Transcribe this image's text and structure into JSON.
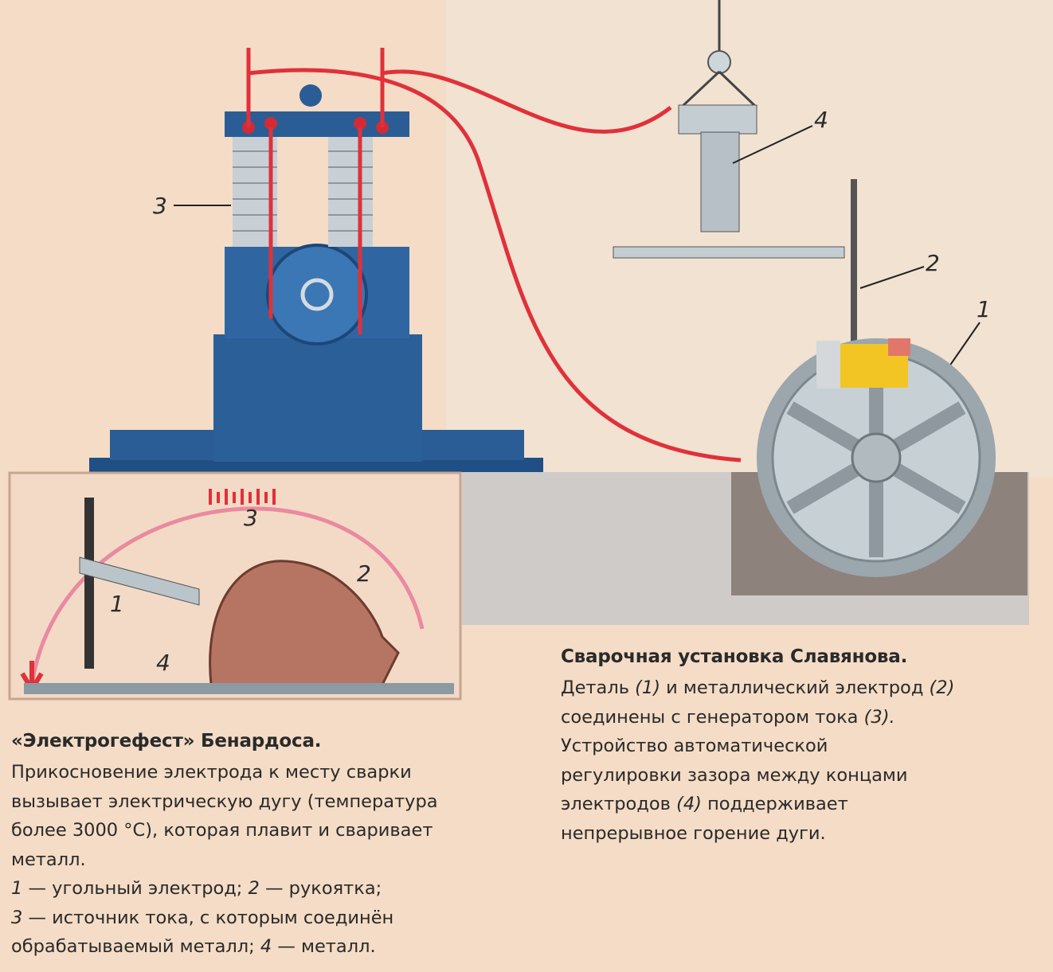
{
  "illustration": {
    "generator_label": "3",
    "regulator_label": "4",
    "electrode_label": "2",
    "part_label": "1",
    "inset": {
      "source_label": "3",
      "electrode_label": "1",
      "handle_label": "2",
      "metal_label": "4"
    }
  },
  "benardos": {
    "title": "«Электрогефест» Бенардоса.",
    "line1": "Прикосновение электрода к месту сварки",
    "line2": "вызывает электрическую дугу (температура",
    "line3": "более 3000 °С), которая плавит и сваривает",
    "line4": "металл.",
    "legend1_num": "1",
    "legend1_text": " — угольный электрод; ",
    "legend2_num": "2",
    "legend2_text": " — рукоятка;",
    "legend3_num": "3",
    "legend3_text": " — источник тока, с которым соединён",
    "legend3_cont": "обрабатываемый металл; ",
    "legend4_num": "4",
    "legend4_text": " — металл."
  },
  "slavyanov": {
    "title": "Сварочная установка Славянова.",
    "l1a": "Деталь ",
    "l1b": "(1)",
    "l1c": " и металлический электрод ",
    "l1d": "(2)",
    "l2a": "соединены с генератором тока ",
    "l2b": "(3).",
    "l3": "Устройство автоматической",
    "l4": "регулировки зазора между концами",
    "l5a": "электродов ",
    "l5b": "(4)",
    "l5c": " поддерживает",
    "l6": "непрерывное горение дуги."
  },
  "colors": {
    "background": "#f4dcc6",
    "machine_blue": "#2a5d95",
    "wire_red": "#e0313a",
    "steel": "#b8c3c8"
  }
}
